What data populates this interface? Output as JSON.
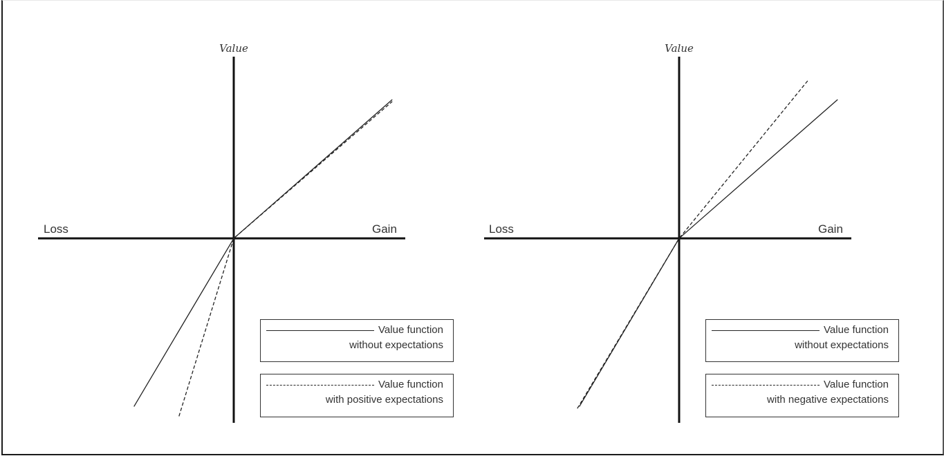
{
  "chart_data": [
    {
      "type": "line",
      "title": "",
      "panel": "left",
      "xlabel_left": "Loss",
      "xlabel_right": "Gain",
      "ylabel": "Value",
      "xlim": [
        -1.0,
        0.87
      ],
      "ylim": [
        -0.95,
        0.88
      ],
      "grid": false,
      "series": [
        {
          "name": "Value function without expectations",
          "style": "solid",
          "points": [
            [
              -0.51,
              -0.86
            ],
            [
              0,
              0
            ],
            [
              0.81,
              0.71
            ]
          ]
        },
        {
          "name": "Value function with positive expectations",
          "style": "dashed",
          "points": [
            [
              -0.28,
              -0.91
            ],
            [
              0,
              0
            ],
            [
              0.81,
              0.7
            ]
          ]
        }
      ],
      "legend": [
        {
          "style": "solid",
          "line1": "Value function",
          "line2": "without expectations"
        },
        {
          "style": "dashed",
          "line1": "Value function",
          "line2": "with positive expectations"
        }
      ],
      "legend_position": "bottom-right"
    },
    {
      "type": "line",
      "title": "",
      "panel": "right",
      "xlabel_left": "Loss",
      "xlabel_right": "Gain",
      "ylabel": "Value",
      "xlim": [
        -1.0,
        0.87
      ],
      "ylim": [
        -0.95,
        0.88
      ],
      "grid": false,
      "series": [
        {
          "name": "Value function without expectations",
          "style": "solid",
          "points": [
            [
              -0.51,
              -0.86
            ],
            [
              0,
              0
            ],
            [
              0.81,
              0.71
            ]
          ]
        },
        {
          "name": "Value function with negative expectations",
          "style": "dashed",
          "points": [
            [
              -0.52,
              -0.87
            ],
            [
              0,
              0
            ],
            [
              0.66,
              0.81
            ]
          ]
        }
      ],
      "legend": [
        {
          "style": "solid",
          "line1": "Value function",
          "line2": "without expectations"
        },
        {
          "style": "dashed",
          "line1": "Value function",
          "line2": "with negative expectations"
        }
      ],
      "legend_position": "bottom-right"
    }
  ]
}
